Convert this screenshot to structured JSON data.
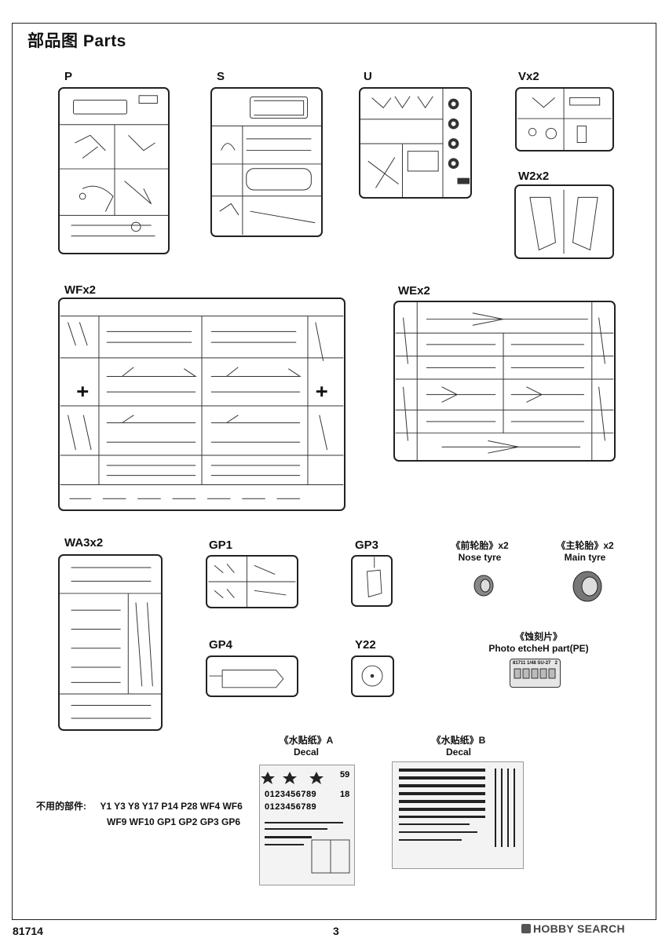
{
  "title": "部品图  Parts",
  "sprues": [
    {
      "key": "P",
      "label": "P"
    },
    {
      "key": "S",
      "label": "S"
    },
    {
      "key": "U",
      "label": "U"
    },
    {
      "key": "V",
      "label": "Vx2"
    },
    {
      "key": "W2",
      "label": "W2x2"
    },
    {
      "key": "WF",
      "label": "WFx2"
    },
    {
      "key": "WE",
      "label": "WEx2"
    },
    {
      "key": "WA3",
      "label": "WA3x2"
    },
    {
      "key": "GP1",
      "label": "GP1"
    },
    {
      "key": "GP3",
      "label": "GP3"
    },
    {
      "key": "GP4",
      "label": "GP4"
    },
    {
      "key": "Y22",
      "label": "Y22"
    }
  ],
  "nose_tyre": {
    "cn": "《前轮胎》x2",
    "en": "Nose tyre"
  },
  "main_tyre": {
    "cn": "《主轮胎》x2",
    "en": "Main tyre"
  },
  "pe": {
    "cn": "《蚀刻片》",
    "en": "Photo etcheH part(PE)",
    "plate_text": "81711 1/48 SU-27",
    "plate_num": "2"
  },
  "decal_a": {
    "cn": "《水贴纸》A",
    "en": "Decal",
    "numbers": "0123456789",
    "code": "59",
    "code2": "18"
  },
  "decal_b": {
    "cn": "《水贴纸》B",
    "en": "Decal"
  },
  "unused": {
    "label": "不用的部件:",
    "line1": "Y1 Y3 Y8 Y17 P14 P28 WF4 WF6",
    "line2": "WF9 WF10 GP1 GP2 GP3 GP6"
  },
  "footer": {
    "code": "81714",
    "page": "3",
    "watermark": "HOBBY SEARCH"
  },
  "colors": {
    "ink": "#222222",
    "background": "#ffffff"
  }
}
